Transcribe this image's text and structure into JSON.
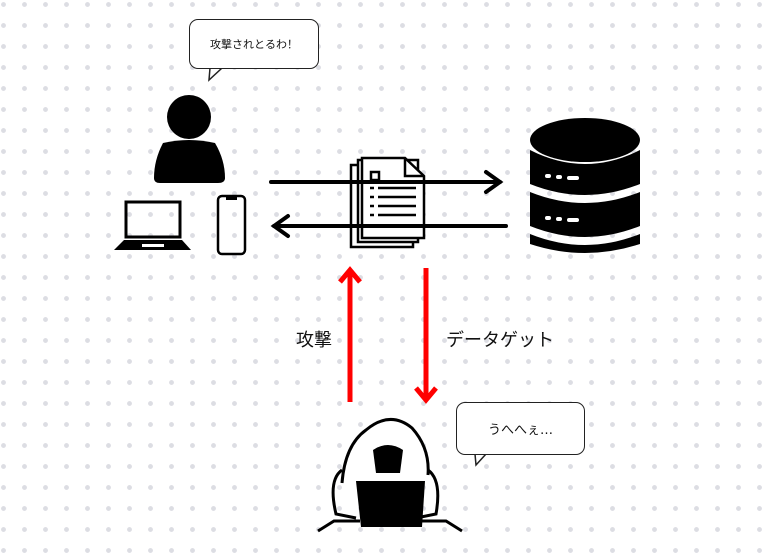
{
  "user_bubble": "攻撃されとるわ！",
  "hacker_bubble": "うへへぇ…",
  "attack_label": "攻撃",
  "data_get_label": "データゲット",
  "colors": {
    "attack_arrow": "#ff0000",
    "ink": "#000000"
  }
}
